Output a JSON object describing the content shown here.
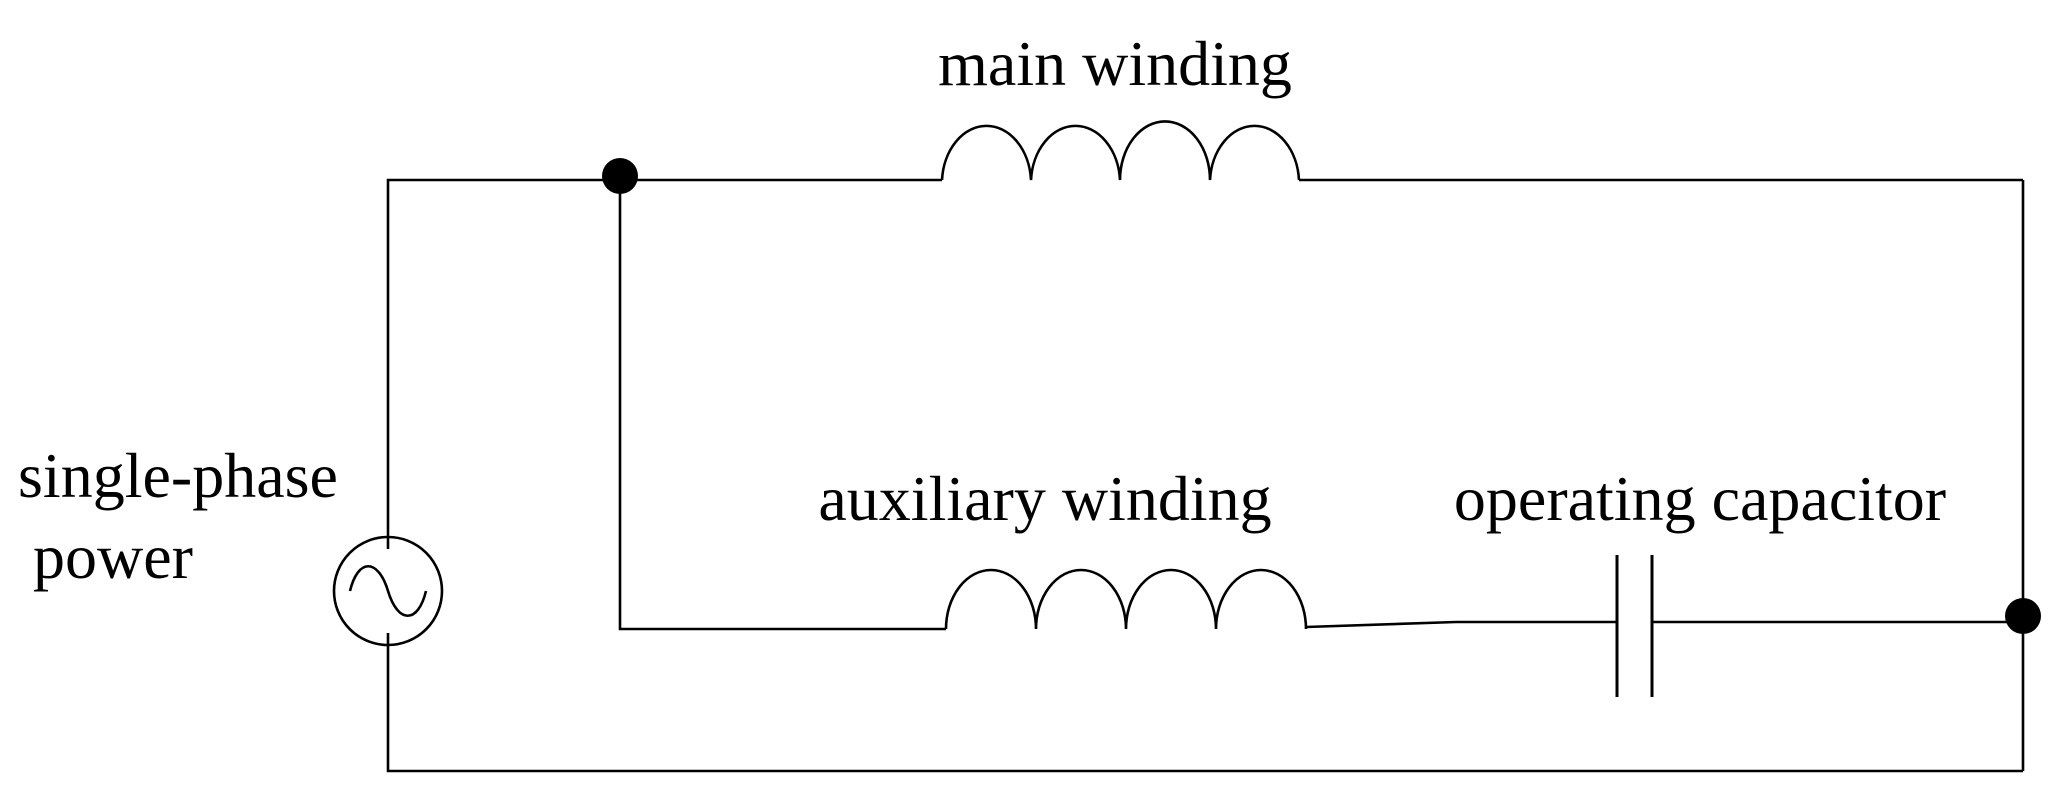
{
  "labels": {
    "main_winding": "main winding",
    "auxiliary_winding": "auxiliary winding",
    "operating_capacitor": "operating capacitor",
    "power_line1": "single-phase",
    "power_line2": "power"
  },
  "colors": {
    "line": "#000000",
    "background": "#ffffff"
  },
  "icons": {
    "source": "ac-sine-icon"
  }
}
